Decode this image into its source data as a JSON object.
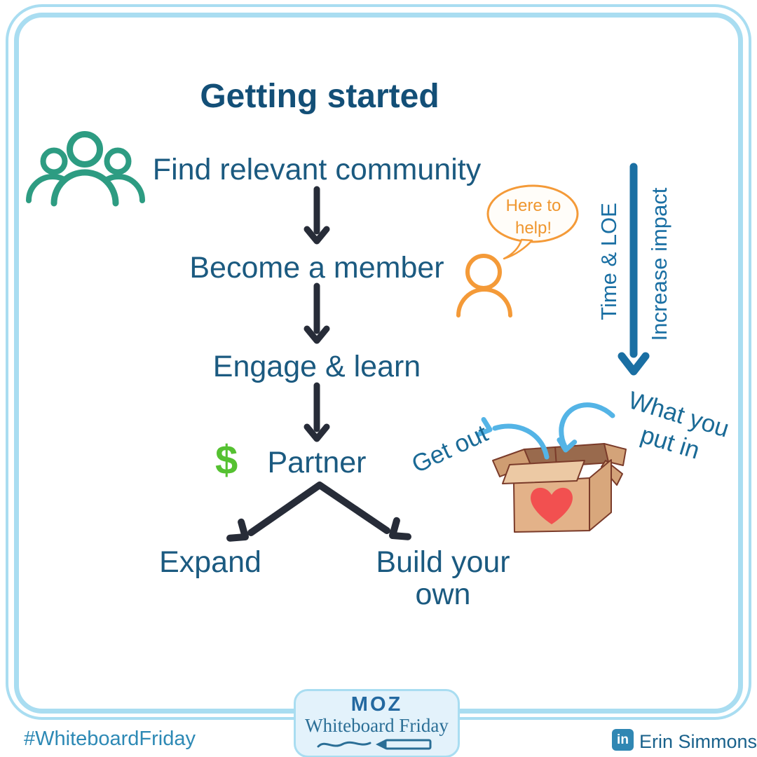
{
  "title": "Getting started",
  "flow": {
    "step1": "Find relevant community",
    "step2": "Become a member",
    "step3": "Engage & learn",
    "step4": "Partner",
    "dollar_sign": "$",
    "branch_left": "Expand",
    "branch_right_line1": "Build your",
    "branch_right_line2": "own"
  },
  "helper": {
    "bubble_line1": "Here to",
    "bubble_line2": "help!"
  },
  "effort_axis": {
    "label_left": "Time & LOE",
    "label_right": "Increase impact"
  },
  "give_get_box": {
    "out_label": "Get out",
    "in_label_line1": "What you",
    "in_label_line2": "put in"
  },
  "footer": {
    "hashtag": "#WhiteboardFriday",
    "badge_brand": "MOZ",
    "badge_title": "Whiteboard Friday",
    "linkedin_glyph": "in",
    "author": "Erin Simmons"
  },
  "colors": {
    "frame_blue": "#a9ddf1",
    "heading_blue": "#134f77",
    "step_blue": "#1b5a80",
    "flow_arrow_dark": "#272c38",
    "accent_green": "#55c131",
    "accent_orange": "#f49a38",
    "icon_teal": "#2d9c82",
    "label_blue": "#1a6a96",
    "sky_arrow_blue": "#54b4e6",
    "box_tan": "#e3b289",
    "heart_red": "#f25050"
  }
}
